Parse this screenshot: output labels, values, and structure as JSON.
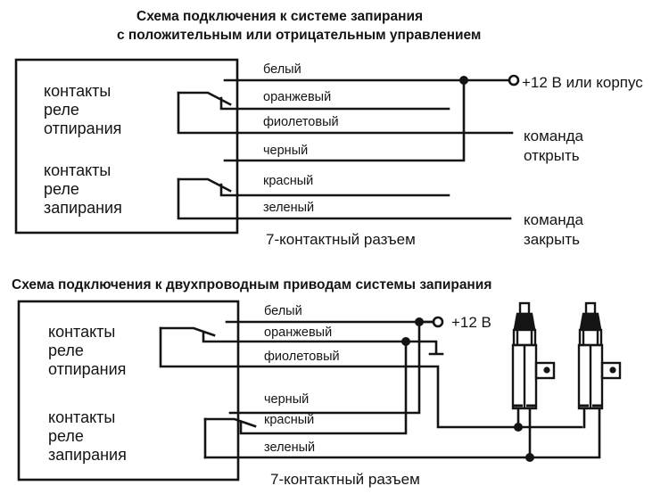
{
  "diagram1": {
    "title_line1": "Схема подключения к системе запирания",
    "title_line2": "с положительным или отрицательным управлением",
    "relay_unlock": [
      "контакты",
      "реле",
      "отпирания"
    ],
    "relay_lock": [
      "контакты",
      "реле",
      "запирания"
    ],
    "wires": [
      "белый",
      "оранжевый",
      "фиолетовый",
      "черный",
      "красный",
      "зеленый"
    ],
    "connector_label": "7-контактный разъем",
    "power_label": "+12 В или корпус",
    "cmd_open": [
      "команда",
      "открыть"
    ],
    "cmd_close": [
      "команда",
      "закрыть"
    ]
  },
  "diagram2": {
    "title": "Схема подключения к двухпроводным приводам системы запирания",
    "relay_unlock": [
      "контакты",
      "реле",
      "отпирания"
    ],
    "relay_lock": [
      "контакты",
      "реле",
      "запирания"
    ],
    "wires": [
      "белый",
      "оранжевый",
      "фиолетовый",
      "черный",
      "красный",
      "зеленый"
    ],
    "connector_label": "7-контактный разъем",
    "power_label": "+12 В",
    "actuators": [
      "door-lock-actuator-1",
      "door-lock-actuator-2"
    ]
  }
}
